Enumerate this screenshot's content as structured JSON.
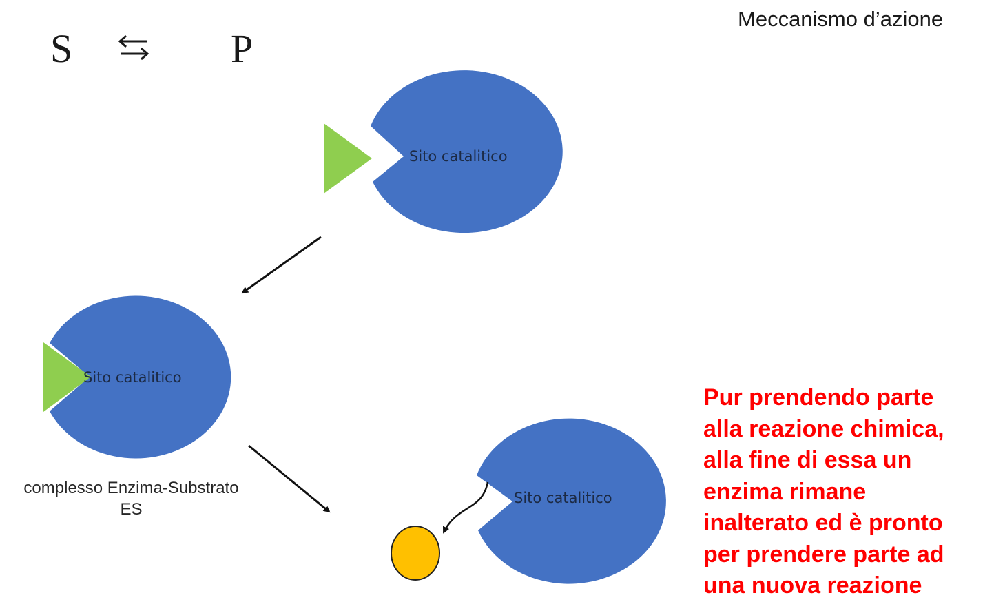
{
  "title": "Meccanismo d’azione",
  "equation": {
    "substrate": "S",
    "arrow_icon": "equilibrium-arrows",
    "product": "P"
  },
  "enzymes": [
    {
      "site_label": "Sito catalitico"
    },
    {
      "site_label": "Sito catalitico"
    },
    {
      "site_label": "Sito catalitico"
    }
  ],
  "complex_caption": {
    "line1": "complesso Enzima-Substrato",
    "line2": "ES"
  },
  "note_lines": [
    "Pur prendendo parte",
    "alla reazione chimica,",
    "alla fine di essa un",
    "enzima rimane",
    "inalterato ed è pronto",
    "per prendere parte ad",
    "una nuova reazione"
  ],
  "colors": {
    "enzyme": "#4472c4",
    "substrate": "#8fce4f",
    "product": "#ffc000",
    "note": "#ff0000"
  }
}
